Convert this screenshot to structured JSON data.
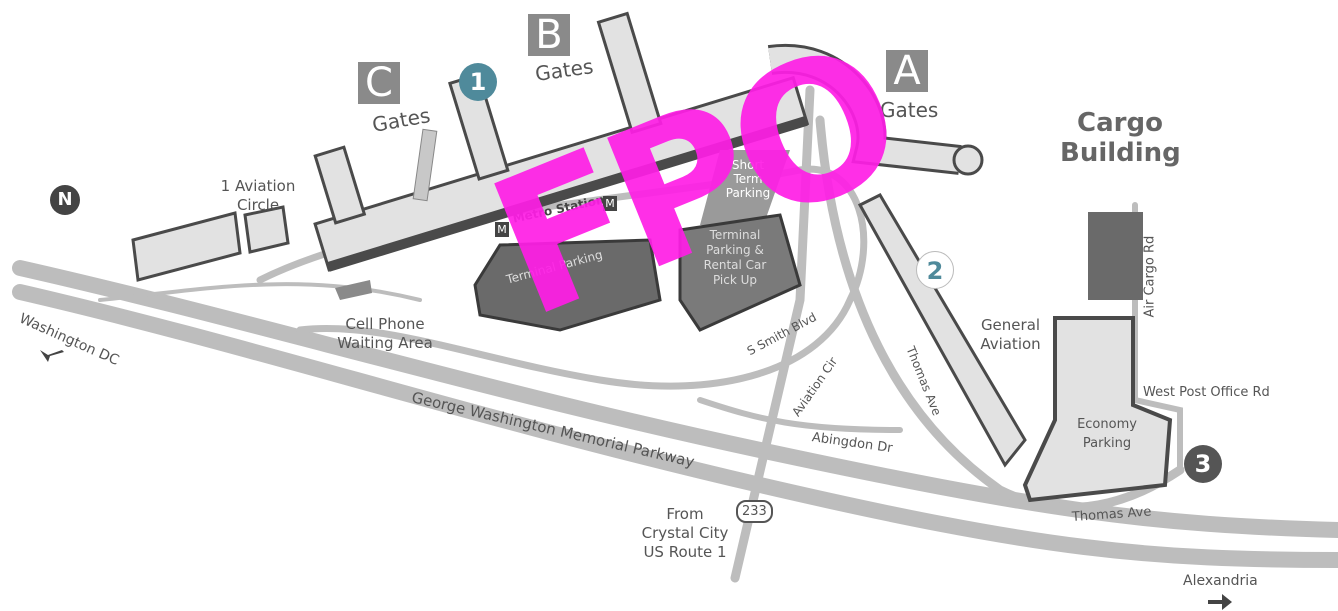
{
  "map": {
    "gates": [
      {
        "letter": "C",
        "label": "Gates"
      },
      {
        "letter": "B",
        "label": "Gates"
      },
      {
        "letter": "A",
        "label": "Gates"
      }
    ],
    "markers": [
      {
        "number": "1",
        "color": "#4f8a9b"
      },
      {
        "number": "2",
        "color": "#ffffff"
      },
      {
        "number": "3",
        "color": "#555555"
      }
    ],
    "labels": {
      "aviation_circle": "1 Aviation Circle",
      "cell_phone": "Cell Phone Waiting Area",
      "metro_station": "Metro Station",
      "metro_icon": "M",
      "short_term": "Short Term Parking",
      "terminal_parking_bc": "Terminal Parking",
      "terminal_parking_a": "Terminal Parking & Rental Car Pick Up",
      "cargo_building": "Cargo Building",
      "general_aviation": "General Aviation",
      "economy_parking": "Economy Parking",
      "from_crystal_city": "From Crystal City US Route 1",
      "route_shield": "233",
      "north": "N"
    },
    "roads": {
      "washington_dc": "Washington DC",
      "gw_parkway": "George Washington Memorial Parkway",
      "s_smith_blvd": "S Smith Blvd",
      "aviation_cir": "Aviation Cir",
      "thomas_ave": "Thomas Ave",
      "thomas_ave_2": "Thomas Ave",
      "abingdon_dr": "Abingdon Dr",
      "air_cargo_rd": "Air Cargo Rd",
      "west_post_office_rd": "West Post Office Rd",
      "alexandria": "Alexandria"
    },
    "watermark": "FPO",
    "colors": {
      "road": "#bdbdbd",
      "building": "#e2e2e2",
      "dark": "#4a4a4a",
      "watermark": "#ff1ee6"
    }
  }
}
